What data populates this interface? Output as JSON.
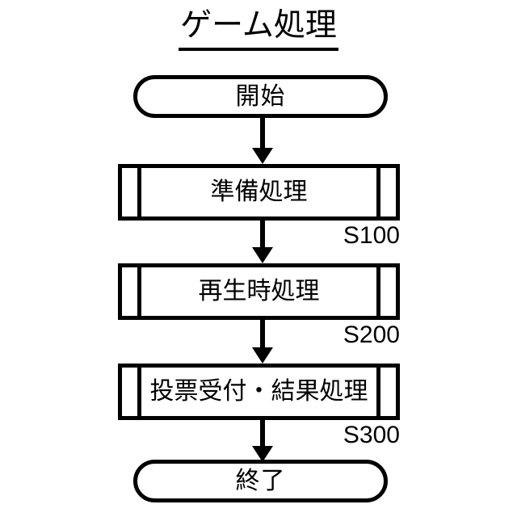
{
  "title": {
    "text": "ゲーム処理",
    "underlined": true
  },
  "colors": {
    "stroke": "#000000",
    "background": "#ffffff",
    "text": "#000000"
  },
  "nodes": [
    {
      "id": "start",
      "type": "terminal",
      "label": "開始",
      "step": ""
    },
    {
      "id": "s100",
      "type": "predefined-process",
      "label": "準備処理",
      "step": "S100"
    },
    {
      "id": "s200",
      "type": "predefined-process",
      "label": "再生時処理",
      "step": "S200"
    },
    {
      "id": "s300",
      "type": "predefined-process",
      "label": "投票受付・結果処理",
      "step": "S300"
    },
    {
      "id": "end",
      "type": "terminal",
      "label": "終了",
      "step": ""
    }
  ],
  "edges": [
    {
      "from": "start",
      "to": "s100",
      "arrow": "down"
    },
    {
      "from": "s100",
      "to": "s200",
      "arrow": "down"
    },
    {
      "from": "s200",
      "to": "s300",
      "arrow": "down"
    },
    {
      "from": "s300",
      "to": "end",
      "arrow": "down"
    }
  ]
}
